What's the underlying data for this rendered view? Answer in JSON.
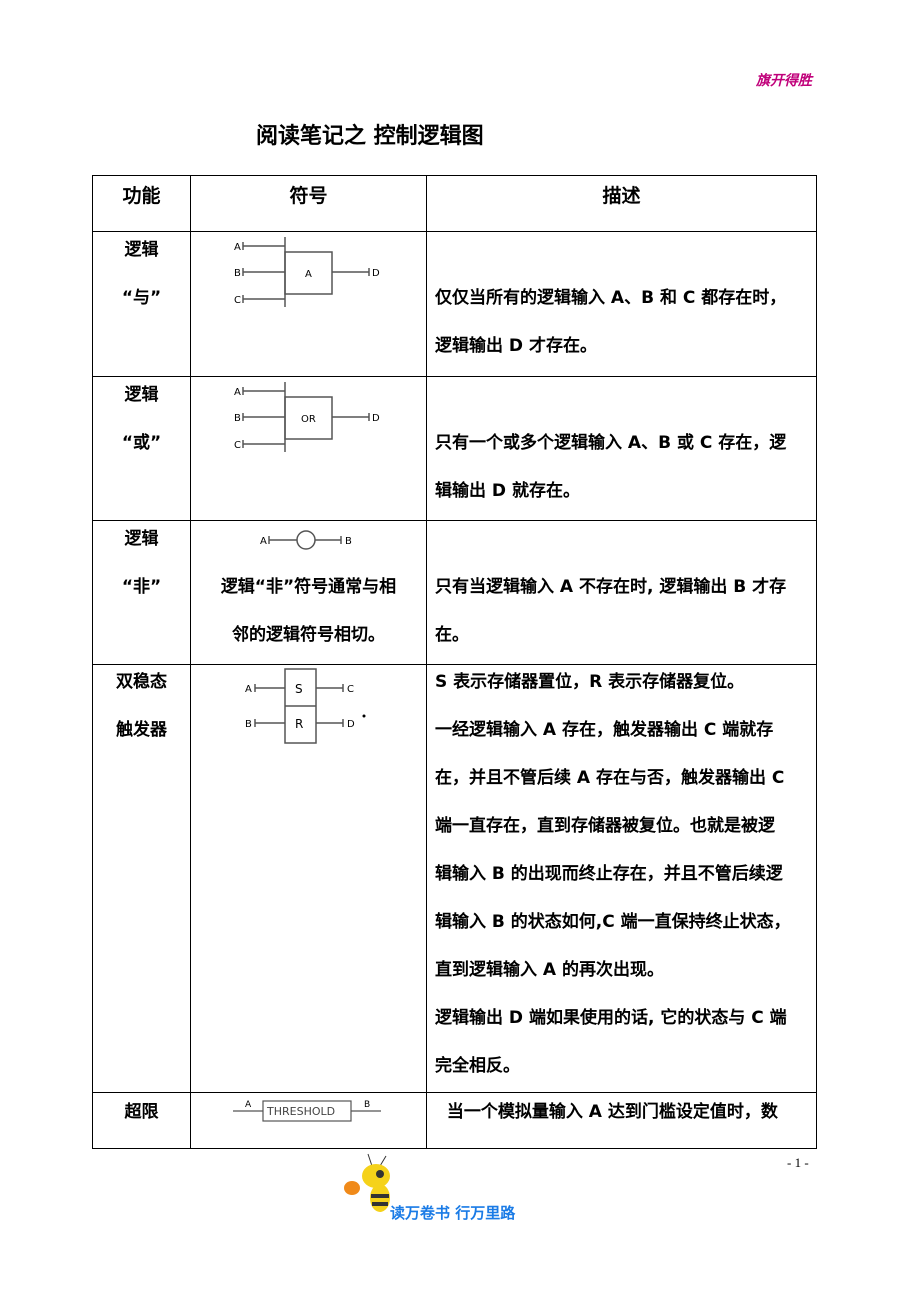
{
  "header_tag": "旗开得胜",
  "title": "阅读笔记之  控制逻辑图",
  "table": {
    "headers": [
      "功能",
      "符号",
      "描述"
    ],
    "rows": [
      {
        "function": [
          "逻辑",
          "“与”"
        ],
        "symbol": {
          "inputs": [
            "A",
            "B",
            "C"
          ],
          "gate": "A",
          "output": "D"
        },
        "symbol_note": [],
        "description": [
          "",
          "仅仅当所有的逻辑输入 A、B 和 C 都存在时，",
          "逻辑输出 D 才存在。"
        ]
      },
      {
        "function": [
          "逻辑",
          "“或”"
        ],
        "symbol": {
          "inputs": [
            "A",
            "B",
            "C"
          ],
          "gate": "OR",
          "output": "D"
        },
        "symbol_note": [],
        "description": [
          "",
          "只有一个或多个逻辑输入 A、B 或 C 存在，逻",
          "辑输出 D 就存在。"
        ]
      },
      {
        "function": [
          "逻辑",
          "“非”"
        ],
        "symbol": {
          "input": "A",
          "output": "B"
        },
        "symbol_note": [
          "逻辑“非”符号通常与相",
          "邻的逻辑符号相切。"
        ],
        "description": [
          "",
          "只有当逻辑输入 A 不存在时, 逻辑输出 B 才存",
          "在。"
        ]
      },
      {
        "function": [
          "双稳态",
          "触发器"
        ],
        "symbol": {
          "inputs": [
            "A",
            "B"
          ],
          "gates": [
            "S",
            "R"
          ],
          "outputs": [
            "C",
            "D"
          ]
        },
        "symbol_note": [],
        "description": [
          "S  表示存储器置位，R 表示存储器复位。",
          "一经逻辑输入  A  存在，触发器输出  C  端就存",
          "在，并且不管后续 A 存在与否，触发器输出 C",
          "端一直存在，直到存储器被复位。也就是被逻",
          "辑输入 B 的出现而终止存在，并且不管后续逻",
          "辑输入 B 的状态如何,C 端一直保持终止状态，",
          "直到逻辑输入 A 的再次出现。",
          "逻辑输出 D 端如果使用的话, 它的状态与 C 端",
          "完全相反。"
        ]
      },
      {
        "function": [
          "超限"
        ],
        "symbol": {
          "input": "A",
          "gate": "THRESHOLD",
          "output": "B"
        },
        "symbol_note": [],
        "description": [
          "  当一个模拟量输入 A 达到门槛设定值时，数"
        ]
      }
    ]
  },
  "page_number": "- 1 -",
  "footer_slogan": "读万卷书  行万里路"
}
